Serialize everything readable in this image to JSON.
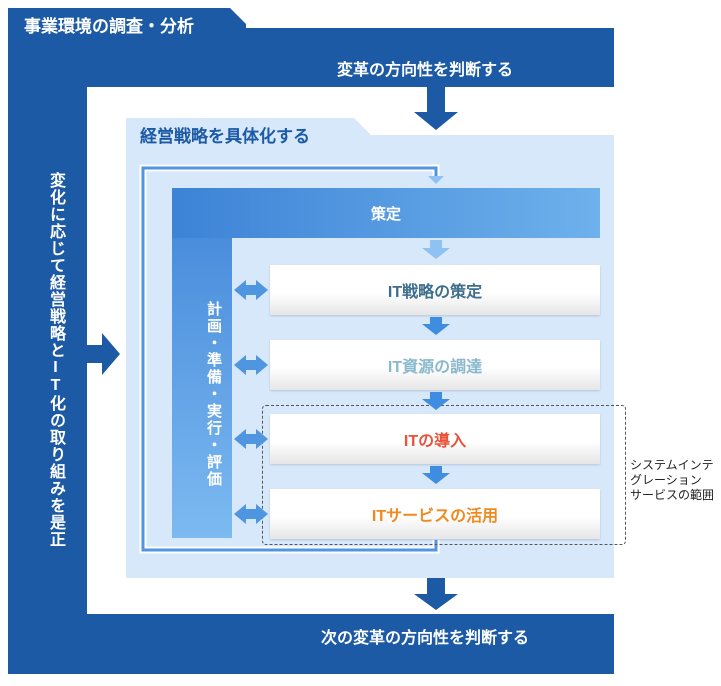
{
  "header": {
    "title": "事業環境の調査・分析"
  },
  "outer": {
    "top_label": "変革の方向性を判断する",
    "bottom_label": "次の変革の方向性を判断する",
    "side_label": "変化に応じて経営戦略とIT化の取り組みを是正"
  },
  "strategy": {
    "title": "経営戦略を具体化する"
  },
  "policy": {
    "label": "策定"
  },
  "plan": {
    "label": "計画・準備・実行・評価"
  },
  "steps": [
    {
      "label": "IT戦略の策定",
      "color": "#3f6e8c"
    },
    {
      "label": "IT資源の調達",
      "color": "#8ab8cc"
    },
    {
      "label": "ITの導入",
      "color": "#e8533a"
    },
    {
      "label": "ITサービスの活用",
      "color": "#f08a1f"
    }
  ],
  "scope": {
    "lines": [
      "システムインテ",
      "グレーション",
      "サービスの範囲"
    ]
  },
  "colors": {
    "dark_blue": "#1d5aa5",
    "panel_blue": "#d7e8fb",
    "arrow_light": "#8fc1f2",
    "arrow_mid": "#3f8de0"
  }
}
